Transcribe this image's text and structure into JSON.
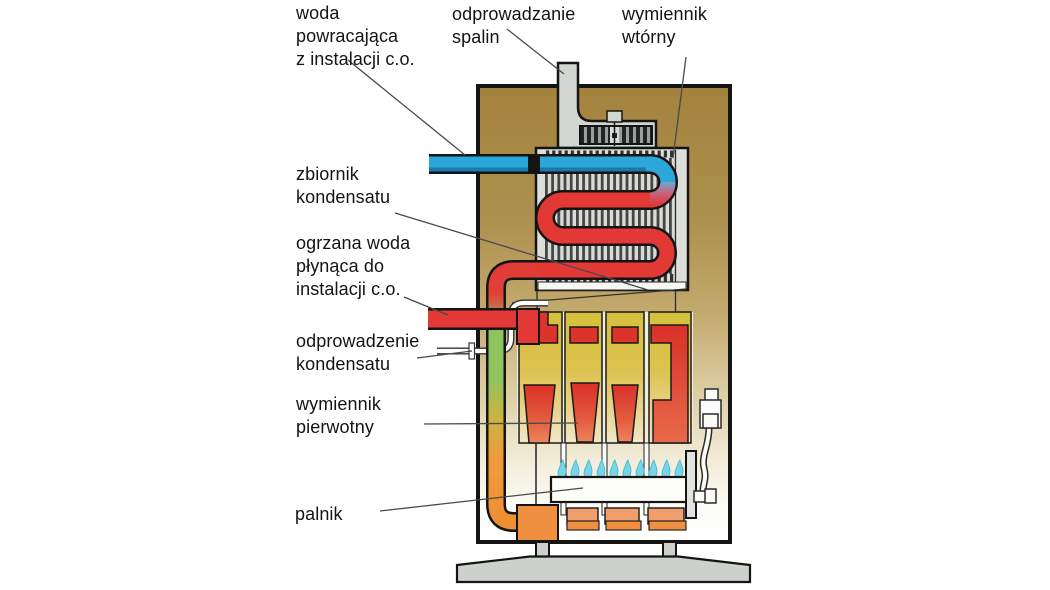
{
  "labels": {
    "woda_powracajaca": "woda\npowracająca\nz  instalacji c.o.",
    "odprowadzanie_spalin": "odprowadzanie\nspalin",
    "wymiennik_wtorny": "wymiennik\nwtórny",
    "zbiornik_kondensatu": "zbiornik\nkondensatu",
    "ogrzana_woda": "ogrzana woda\npłynąca do\ninstalacji c.o.",
    "odprowadzenie_kondensatu": "odprowadzenie\nkondensatu",
    "wymiennik_pierwotny": "wymiennik\npierwotny",
    "palnik": "palnik"
  },
  "colors": {
    "cold_water_blue": "#2ba7d9",
    "hot_water_red": "#e23936",
    "condensate_green": "#8ec25d",
    "flame_cyan": "#79d4e6",
    "case_tan": "#b09354",
    "exchanger_yellow": "#d5c03d",
    "burner_orange": "#ef9040",
    "metal_gray": "#ccd1cb"
  }
}
